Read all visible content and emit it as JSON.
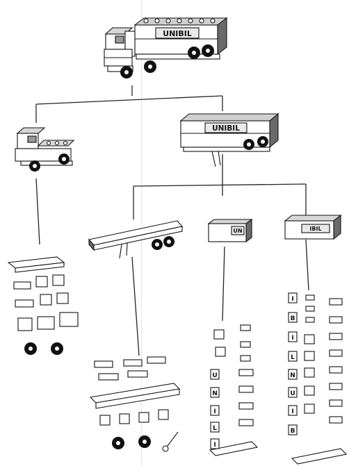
{
  "truck_labels": {
    "complete_truck": "UNIBIL",
    "trailer_top": "UNIBIL",
    "box_left": "UN",
    "box_right": "IBIL"
  },
  "letter_tiles": {
    "middle_column": [
      "U",
      "N",
      "I",
      "L",
      "I"
    ],
    "right_column": [
      "I",
      "B",
      "I",
      "L",
      "N",
      "U",
      "I",
      "B"
    ]
  },
  "colors": {
    "ink": "#111111",
    "paper": "#ffffff",
    "accent": "#777777"
  }
}
